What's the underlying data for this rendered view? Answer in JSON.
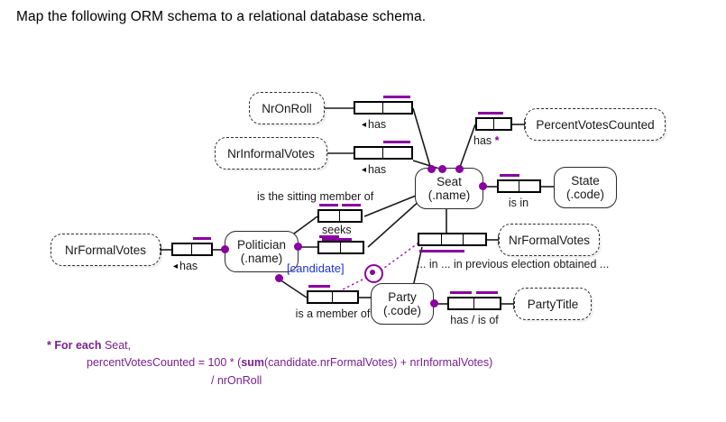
{
  "question": "Map the following ORM schema to a relational database schema.",
  "colors": {
    "purple": "#8a00a0",
    "blue_rolename": "#1d33d8",
    "footnote_purple": "#7a1f8f",
    "line": "#1a1a1a"
  },
  "diagram": {
    "type": "orm-schema",
    "entity_types": [
      {
        "id": "seat",
        "name": "Seat",
        "ref": "(.name)"
      },
      {
        "id": "state",
        "name": "State",
        "ref": "(.code)"
      },
      {
        "id": "politician",
        "name": "Politician",
        "ref": "(.name)"
      },
      {
        "id": "party",
        "name": "Party",
        "ref": "(.code)"
      }
    ],
    "value_types": [
      {
        "id": "nronroll",
        "name": "NrOnRoll"
      },
      {
        "id": "nrinformalvotes",
        "name": "NrInformalVotes"
      },
      {
        "id": "percentvotescounted",
        "name": "PercentVotesCounted"
      },
      {
        "id": "nrformalvotes_left",
        "name": "NrFormalVotes"
      },
      {
        "id": "nrformalvotes_right",
        "name": "NrFormalVotes"
      },
      {
        "id": "partytitle",
        "name": "PartyTitle"
      }
    ],
    "fact_types": [
      {
        "id": "seat-has-nronroll",
        "reading": "has",
        "arrow": "◂",
        "roles": 2,
        "note": ""
      },
      {
        "id": "seat-has-nrinformalvotes",
        "reading": "has",
        "arrow": "◂",
        "roles": 2,
        "note": ""
      },
      {
        "id": "seat-has-percentvotescounted",
        "reading": "has",
        "arrow": "",
        "roles": 2,
        "note": "*"
      },
      {
        "id": "seat-is-in-state",
        "reading": "is in",
        "arrow": "",
        "roles": 2,
        "note": ""
      },
      {
        "id": "politician-sitting-member",
        "reading": "is the sitting member of",
        "arrow": "",
        "roles": 2,
        "note": ""
      },
      {
        "id": "politician-seeks-seat",
        "reading": "seeks",
        "arrow": "",
        "roles": 2,
        "note": ""
      },
      {
        "id": "nrformalvotes-has",
        "reading": "has",
        "arrow": "◂",
        "roles": 2,
        "note": ""
      },
      {
        "id": "ternary-previous-election",
        "reading": "... in ... in previous election obtained ...",
        "arrow": "",
        "roles": 3,
        "note": ""
      },
      {
        "id": "politician-member-of-party",
        "reading": "is a member of",
        "arrow": "",
        "roles": 2,
        "note": ""
      },
      {
        "id": "party-has-partytitle",
        "reading": "has / is of",
        "arrow": "",
        "roles": 2,
        "note": ""
      }
    ],
    "role_names": [
      {
        "id": "candidate-rolename",
        "text": "[candidate]"
      }
    ],
    "constraints": [
      {
        "id": "subset-constraint",
        "symbol": "circle-dot",
        "meaning": "subset"
      }
    ]
  },
  "footnote": {
    "marker": "*",
    "line1_bold": "For each",
    "line1_rest": " Seat,",
    "line2_a": "percentVotesCounted = 100 * (",
    "line2_bold": "sum",
    "line2_b": "(candidate.nrFormalVotes) + nrInformalVotes)",
    "line3": "/ nrOnRoll"
  }
}
